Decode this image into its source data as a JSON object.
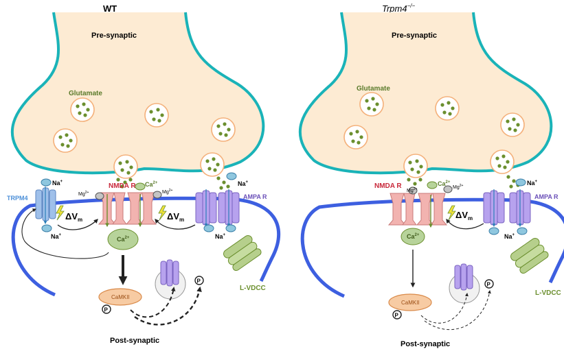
{
  "panels": [
    {
      "id": "wt",
      "title": "WT",
      "title_sup": "",
      "pre": "Pre-synaptic",
      "post": "Post-synaptic",
      "glutamate": "Glutamate",
      "trpm4": "TRPM4",
      "nmda": "NMDA R",
      "ampa": "AMPA R",
      "vdcc": "L-VDCC",
      "camkii": "CaMKII",
      "ca_main": "Ca",
      "ca_sup": "2+",
      "na": "Na",
      "na_sup": "+",
      "mg": "Mg",
      "mg_sup": "2+",
      "dv": "ΔV",
      "dv_sub": "m",
      "p": "P"
    },
    {
      "id": "ko",
      "title": "Trpm4",
      "title_sup": "−/−",
      "pre": "Pre-synaptic",
      "post": "Post-synaptic",
      "glutamate": "Glutamate",
      "trpm4": "",
      "nmda": "NMDA R",
      "ampa": "AMPA R",
      "vdcc": "L-VDCC",
      "camkii": "CaMKII",
      "ca_main": "Ca",
      "ca_sup": "2+",
      "na": "Na",
      "na_sup": "+",
      "mg": "Mg",
      "mg_sup": "2+",
      "dv": "ΔV",
      "dv_sub": "m",
      "p": "P"
    }
  ],
  "colors": {
    "presynaptic_outline": "#1ab3b8",
    "presynaptic_fill": "#fdebd3",
    "membrane": "#3d5fe0",
    "glutamate": "#6b8f2e",
    "nmda": "#f2b3b0",
    "ampa": "#b7a2ee",
    "trpm4": "#9fc0ea",
    "vdcc": "#b6cf8c",
    "camkii": "#f7cba3",
    "ca_ball": "#b7d39a",
    "na_ball": "#8fc7df",
    "nmda_label": "#c8283a",
    "ampa_label": "#6a4fb8",
    "trpm4_label": "#4b8fd8",
    "vdcc_label": "#6b8f2e"
  }
}
